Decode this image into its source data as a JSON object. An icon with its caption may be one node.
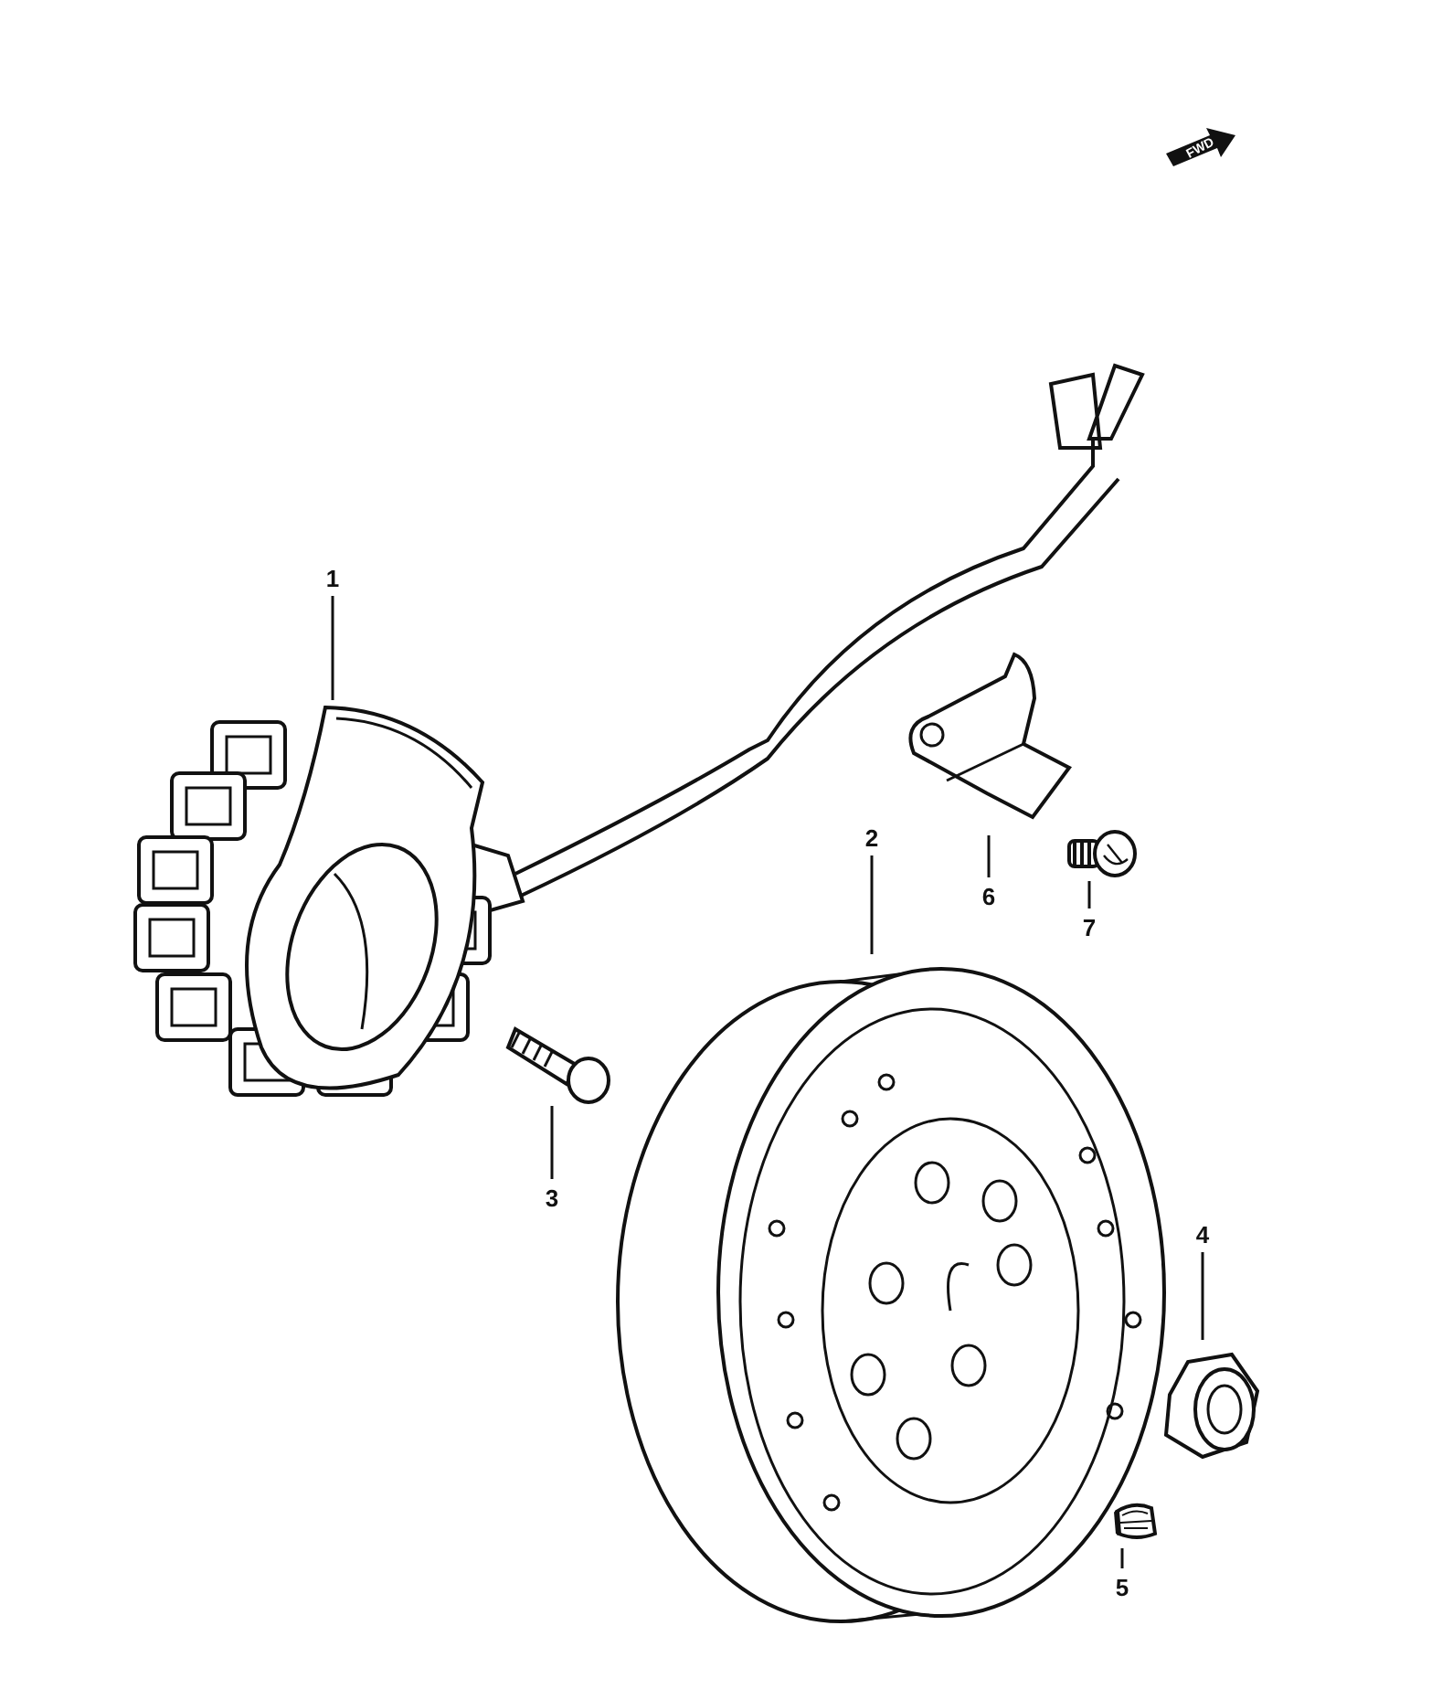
{
  "diagram": {
    "nodes": [
      {
        "text": [
          "1"
        ]
      },
      {
        "text": [],
        "shape": "picture"
      },
      {
        "text": [
          "2"
        ]
      },
      {
        "text": [],
        "shape": "picture"
      },
      {
        "text": [
          "3"
        ]
      },
      {
        "text": [],
        "shape": "picture"
      },
      {
        "text": [
          "4"
        ]
      },
      {
        "text": [],
        "shape": "picture"
      },
      {
        "text": [
          "5"
        ]
      },
      {
        "text": [],
        "shape": "picture"
      },
      {
        "text": [
          "6"
        ]
      },
      {
        "text": [],
        "shape": "picture"
      },
      {
        "text": [
          "7"
        ]
      },
      {
        "text": [],
        "shape": "picture"
      }
    ],
    "edges": [
      {
        "from": 0,
        "to": 1,
        "arrow": "none"
      },
      {
        "from": 2,
        "to": 3,
        "arrow": "none"
      },
      {
        "from": 4,
        "to": 5,
        "arrow": "none"
      },
      {
        "from": 6,
        "to": 7,
        "arrow": "none"
      },
      {
        "from": 8,
        "to": 9,
        "arrow": "none"
      },
      {
        "from": 10,
        "to": 11,
        "arrow": "none"
      },
      {
        "from": 12,
        "to": 13,
        "arrow": "none"
      }
    ],
    "labels": [
      "FWD"
    ]
  }
}
